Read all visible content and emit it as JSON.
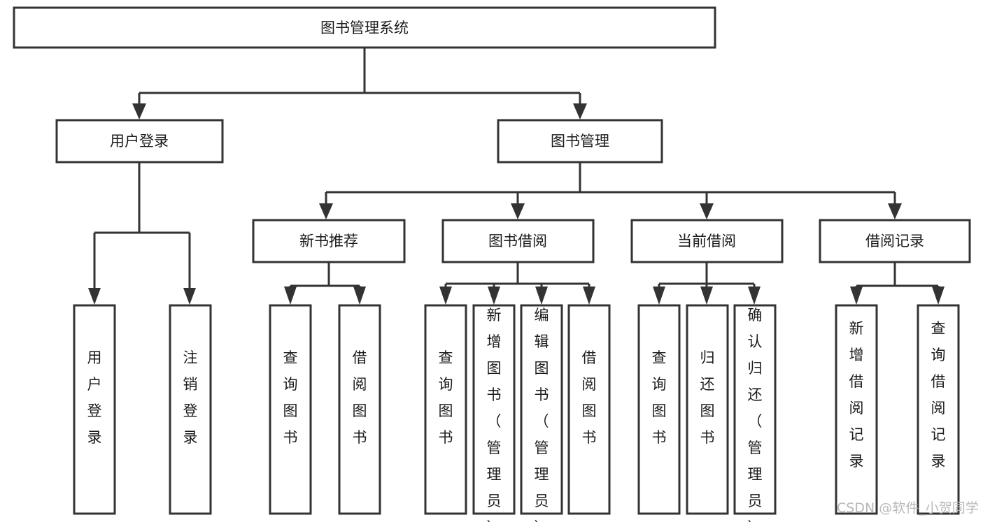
{
  "diagram": {
    "title": "图书管理系统",
    "type": "tree",
    "orientation": "top-down",
    "colors": {
      "box_fill": "#ffffff",
      "box_stroke": "#333333",
      "text": "#1b1b1b",
      "background": "#ffffff",
      "watermark": "#b8b8b8"
    },
    "nodes": {
      "root": {
        "label": "图书管理系统"
      },
      "level2": [
        {
          "id": "user-login",
          "label": "用户登录"
        },
        {
          "id": "book-management",
          "label": "图书管理"
        }
      ],
      "level3": [
        {
          "id": "new-book-recommend",
          "label": "新书推荐"
        },
        {
          "id": "book-borrow",
          "label": "图书借阅"
        },
        {
          "id": "current-borrow",
          "label": "当前借阅"
        },
        {
          "id": "borrow-record",
          "label": "借阅记录"
        }
      ],
      "leaves": {
        "user_login": [
          {
            "id": "leaf-user-login",
            "label": "用户登录"
          },
          {
            "id": "leaf-logout-login",
            "label": "注销登录"
          }
        ],
        "new_book_recommend": [
          {
            "id": "leaf-query-book-1",
            "label": "查询图书"
          },
          {
            "id": "leaf-borrow-book-1",
            "label": "借阅图书"
          }
        ],
        "book_borrow": [
          {
            "id": "leaf-query-book-2",
            "label": "查询图书"
          },
          {
            "id": "leaf-add-book",
            "label": "新增图书（管理员）"
          },
          {
            "id": "leaf-edit-book",
            "label": "编辑图书（管理员）"
          },
          {
            "id": "leaf-borrow-book-2",
            "label": "借阅图书"
          }
        ],
        "current_borrow": [
          {
            "id": "leaf-query-book-3",
            "label": "查询图书"
          },
          {
            "id": "leaf-return-book",
            "label": "归还图书"
          },
          {
            "id": "leaf-confirm-return",
            "label": "确认归还（管理员）"
          }
        ],
        "borrow_record": [
          {
            "id": "leaf-add-borrow-record",
            "label": "新增借阅记录"
          },
          {
            "id": "leaf-query-borrow-record",
            "label": "查询借阅记录"
          }
        ]
      }
    }
  },
  "watermark": {
    "text": "CSDN @软件_小贺同学"
  }
}
